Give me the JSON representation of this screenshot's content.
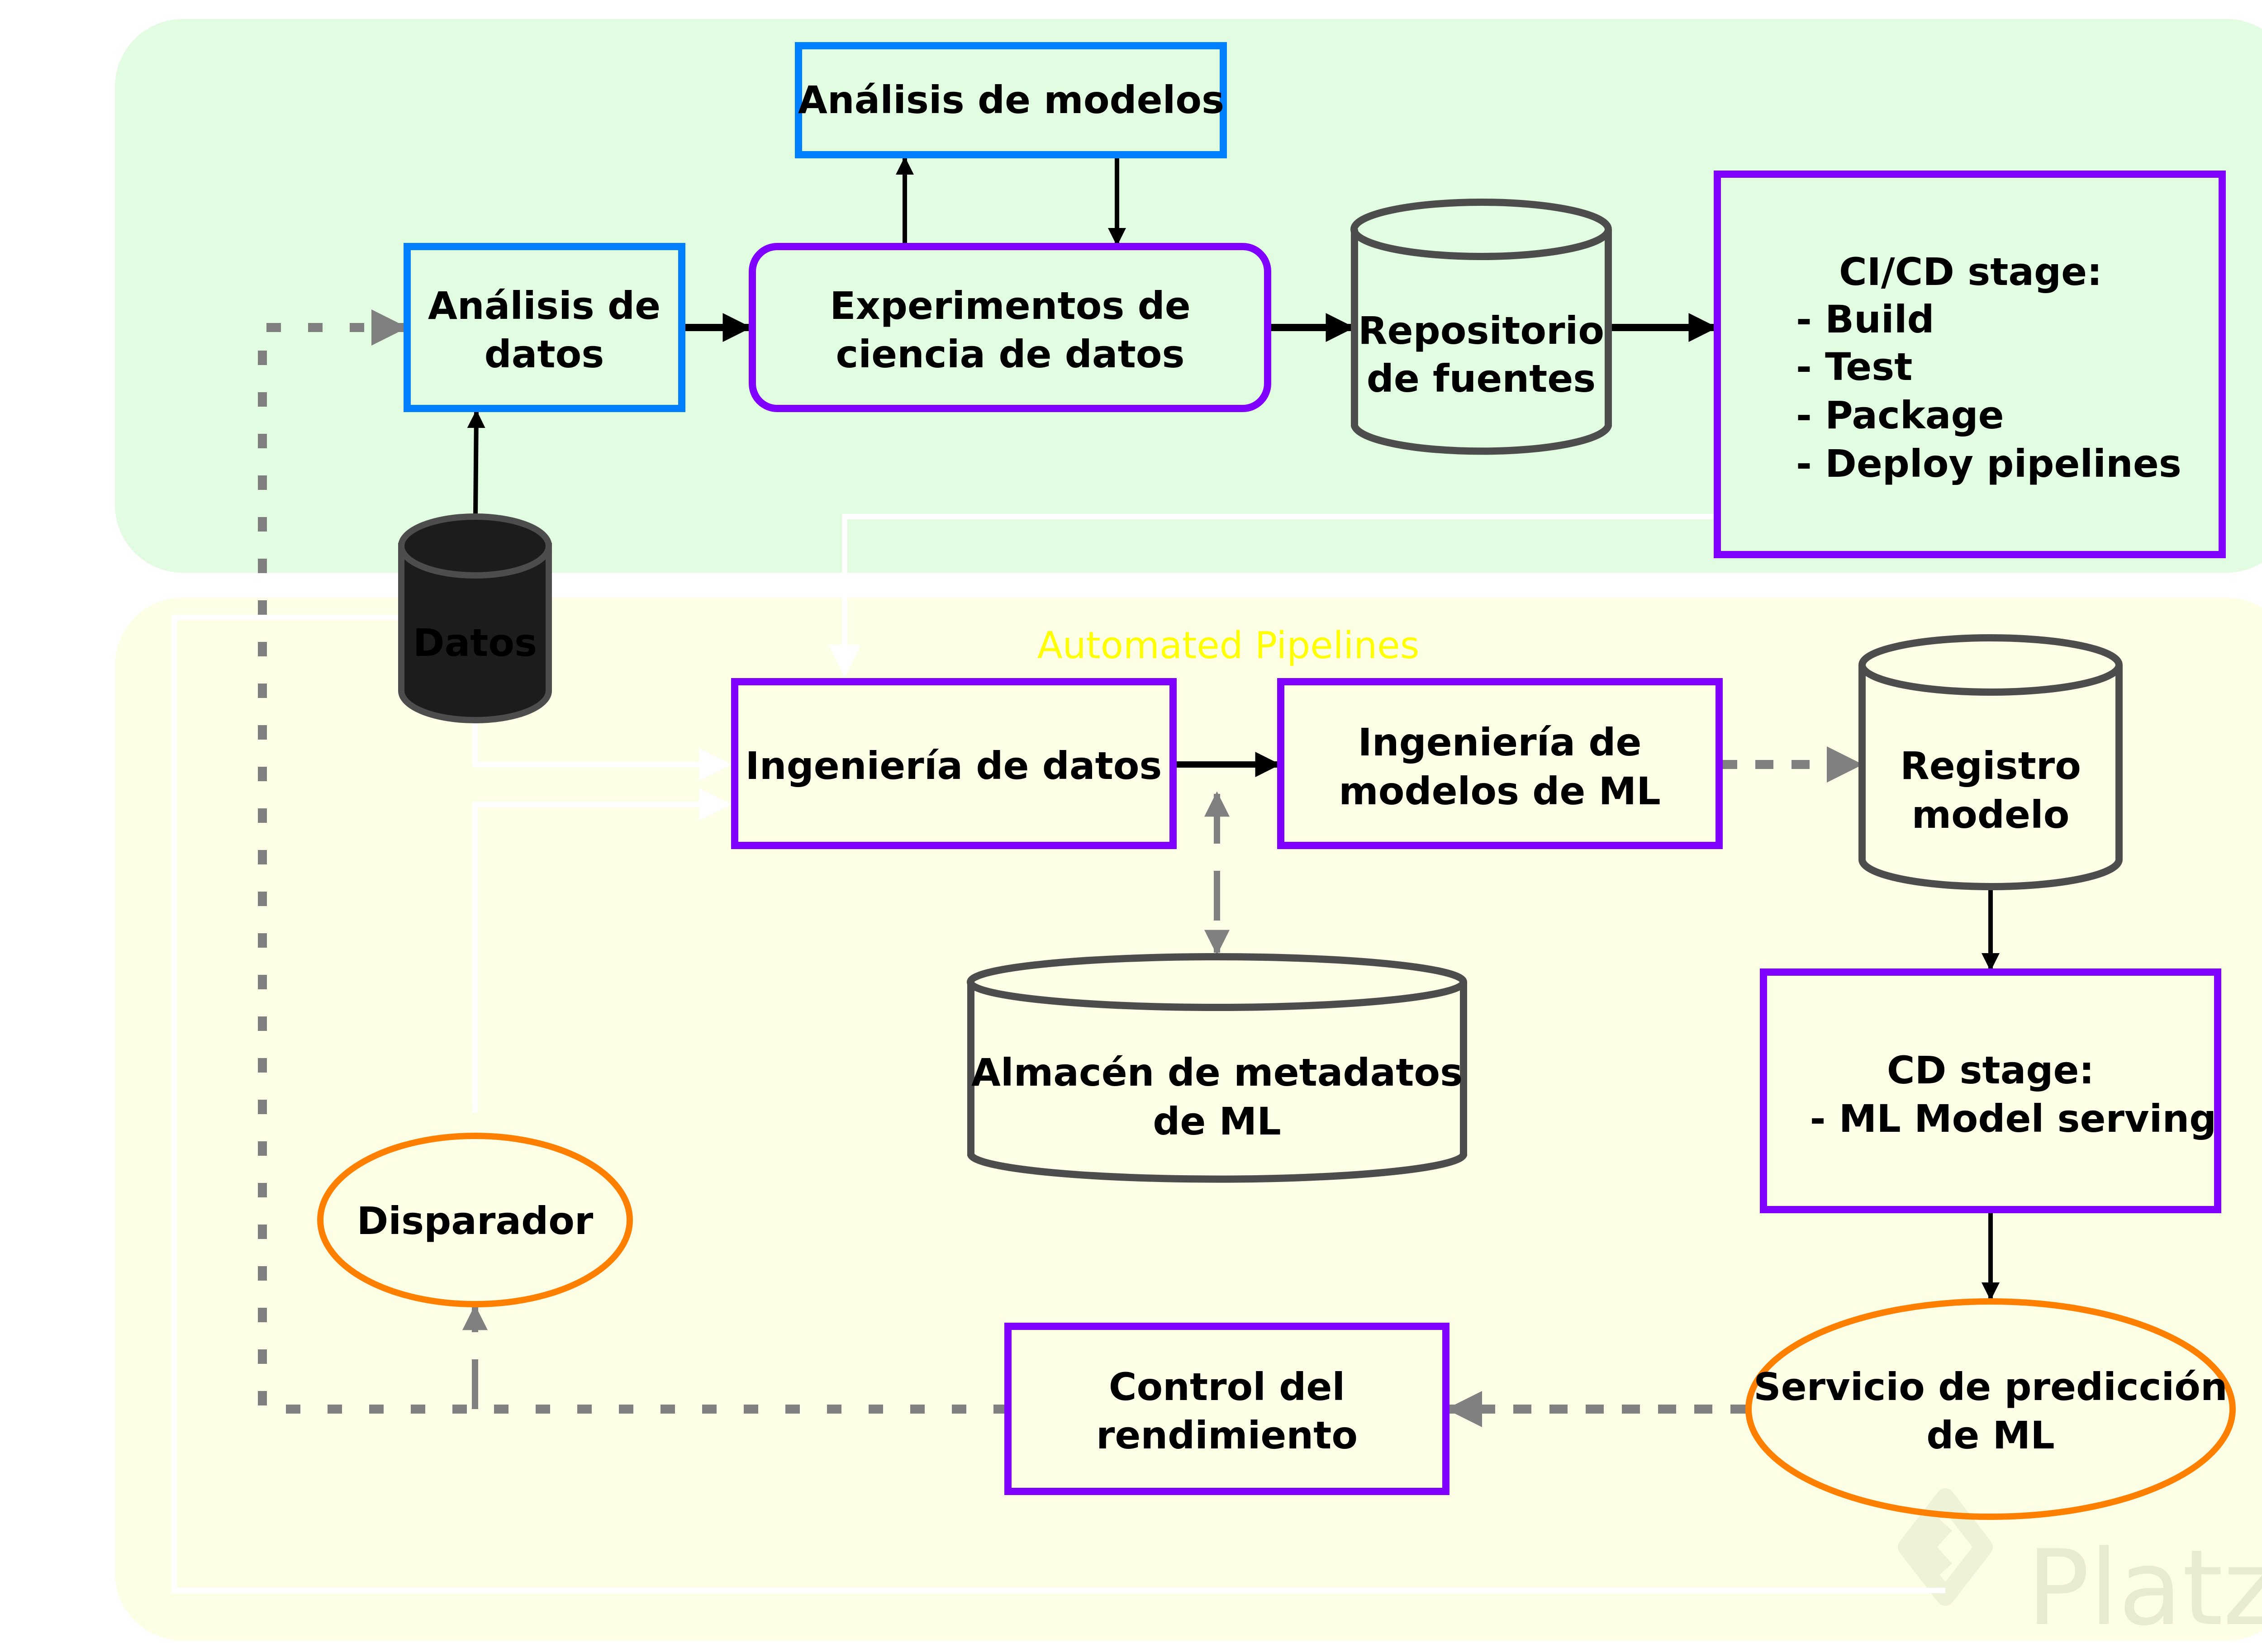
{
  "diagram": {
    "sections": {
      "experimentation": {
        "label": "",
        "color": "#e2fce2"
      },
      "automated": {
        "label": "Automated Pipelines",
        "color": "#fdfee6",
        "label_color": "#ffff00"
      }
    },
    "colors": {
      "blue_border": "#0080ff",
      "purple_border": "#7f00ff",
      "orange_border": "#ff8000",
      "cylinder_border": "#4d4d4d",
      "dashed_arrow": "#808080",
      "solid_arrow": "#000000",
      "white_connector": "#ffffff",
      "datos_fill": "#1c1c1c"
    },
    "nodes": {
      "analisis_modelos": {
        "lines": [
          "Análisis de modelos"
        ]
      },
      "analisis_datos": {
        "lines": [
          "Análisis de",
          "datos"
        ]
      },
      "experimentos": {
        "lines": [
          "Experimentos de",
          "ciencia de datos"
        ]
      },
      "repositorio": {
        "lines": [
          "Repositorio",
          "de fuentes"
        ]
      },
      "cicd": {
        "lines": [
          "CI/CD stage:",
          "- Build",
          "- Test",
          "- Package",
          "- Deploy pipelines"
        ]
      },
      "datos": {
        "lines": [
          "Datos"
        ]
      },
      "ing_datos": {
        "lines": [
          "Ingeniería de datos"
        ]
      },
      "ing_modelos": {
        "lines": [
          "Ingeniería de",
          "modelos de ML"
        ]
      },
      "registro": {
        "lines": [
          "Registro",
          "modelo"
        ]
      },
      "almacen": {
        "lines": [
          "Almacén de metadatos",
          "de ML"
        ]
      },
      "cd_stage": {
        "lines": [
          "CD stage:",
          "- ML Model serving"
        ]
      },
      "disparador": {
        "lines": [
          "Disparador"
        ]
      },
      "control": {
        "lines": [
          "Control del",
          "rendimiento"
        ]
      },
      "servicio": {
        "lines": [
          "Servicio de predicción",
          "de ML"
        ]
      }
    },
    "edges": [
      {
        "from": "datos",
        "to": "analisis_datos",
        "style": "solid"
      },
      {
        "from": "analisis_datos",
        "to": "experimentos",
        "style": "solid"
      },
      {
        "from": "experimentos",
        "to": "analisis_modelos",
        "style": "solid"
      },
      {
        "from": "analisis_modelos",
        "to": "experimentos",
        "style": "solid"
      },
      {
        "from": "experimentos",
        "to": "repositorio",
        "style": "solid"
      },
      {
        "from": "repositorio",
        "to": "cicd",
        "style": "solid"
      },
      {
        "from": "cicd",
        "to": "ing_datos",
        "style": "white"
      },
      {
        "from": "datos",
        "to": "ing_datos",
        "style": "white"
      },
      {
        "from": "disparador",
        "to": "ing_datos",
        "style": "white"
      },
      {
        "from": "ing_datos",
        "to": "ing_modelos",
        "style": "solid"
      },
      {
        "from": "ing_modelos",
        "to": "registro",
        "style": "dashed"
      },
      {
        "from": "ing_datos",
        "to": "almacen",
        "style": "dashed-bidirectional"
      },
      {
        "from": "registro",
        "to": "cd_stage",
        "style": "solid"
      },
      {
        "from": "cd_stage",
        "to": "servicio",
        "style": "solid"
      },
      {
        "from": "servicio",
        "to": "control",
        "style": "dashed"
      },
      {
        "from": "control",
        "to": "disparador",
        "style": "dashed"
      },
      {
        "from": "control",
        "to": "analisis_datos",
        "style": "dashed"
      }
    ],
    "watermark": "Platzi"
  }
}
